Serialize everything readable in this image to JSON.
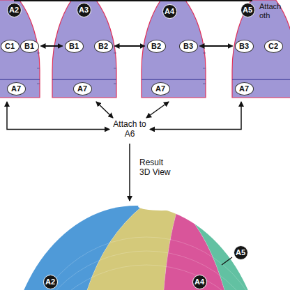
{
  "diagram": {
    "nodes": [
      {
        "text": [
          "A2"
        ]
      },
      {
        "text": [
          "C1"
        ],
        "in": 0
      },
      {
        "text": [
          "B1"
        ],
        "in": 0
      },
      {
        "text": [
          "A7"
        ],
        "in": 0
      },
      {
        "text": [
          "A3"
        ]
      },
      {
        "text": [
          "B1"
        ],
        "in": 4
      },
      {
        "text": [
          "B2"
        ],
        "in": 4
      },
      {
        "text": [
          "A7"
        ],
        "in": 4
      },
      {
        "text": [
          "A4"
        ]
      },
      {
        "text": [
          "B2"
        ],
        "in": 8
      },
      {
        "text": [
          "B3"
        ],
        "in": 8
      },
      {
        "text": [
          "A7"
        ],
        "in": 8
      },
      {
        "text": [
          "A5"
        ]
      },
      {
        "text": [
          "B3"
        ],
        "in": 12
      },
      {
        "text": [
          "C2"
        ],
        "in": 12
      },
      {
        "text": [
          "A7"
        ],
        "in": 12
      },
      {
        "text": [
          "Attach to A6"
        ]
      }
    ],
    "edges": [
      {
        "from": 2,
        "to": 5,
        "arrow": "both"
      },
      {
        "from": 6,
        "to": 9,
        "arrow": "both"
      },
      {
        "from": 10,
        "to": 13,
        "arrow": "both"
      },
      {
        "from": 16,
        "to": 0,
        "arrow": "both"
      },
      {
        "from": 16,
        "to": 4,
        "arrow": "both"
      },
      {
        "from": 16,
        "to": 8,
        "arrow": "both"
      },
      {
        "from": 16,
        "to": 12,
        "arrow": "both"
      }
    ],
    "labels": [
      "Attach oth",
      "Result 3D View",
      "A5",
      "A2",
      "A4"
    ]
  }
}
